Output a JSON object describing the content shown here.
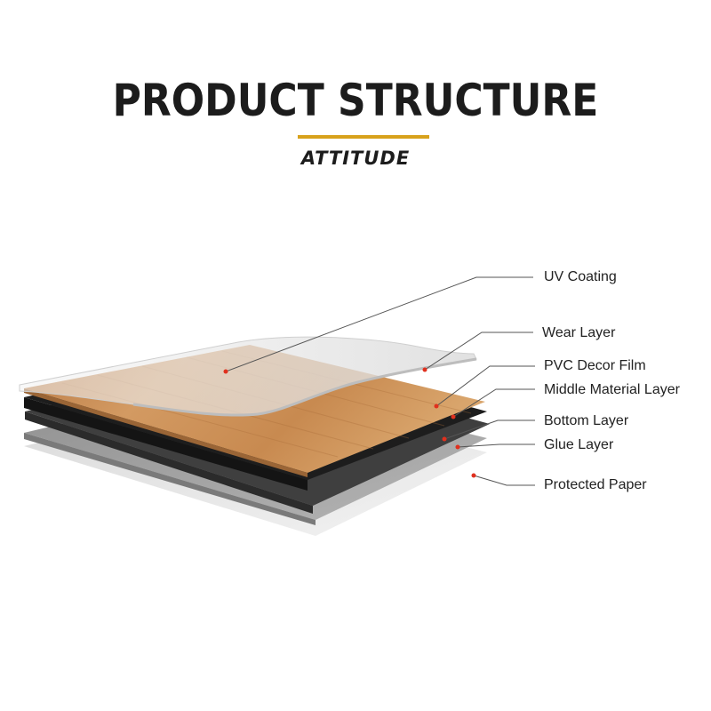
{
  "header": {
    "title": "PRODUCT STRUCTURE",
    "brand": "ATTITUDE"
  },
  "colors": {
    "accent": "#d8a21c",
    "callout_dot": "#e0301e",
    "wood": "#c98b52",
    "core": "#1e1e1e",
    "bottom": "#3c3c3c",
    "glue": "#9d9d9d",
    "paper": "#e6e6e6"
  },
  "layers": [
    {
      "label": "UV Coating"
    },
    {
      "label": "Wear Layer"
    },
    {
      "label": "PVC Decor Film"
    },
    {
      "label": "Middle Material Layer"
    },
    {
      "label": "Bottom Layer"
    },
    {
      "label": "Glue Layer"
    },
    {
      "label": "Protected Paper"
    }
  ]
}
